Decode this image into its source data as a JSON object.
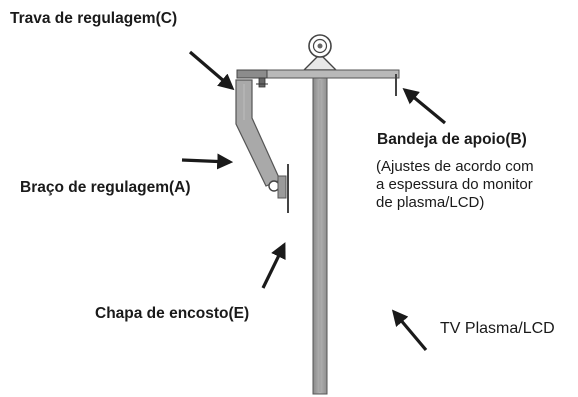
{
  "labels": {
    "c": "Trava de regulagem(C)",
    "b": "Bandeja de apoio(B)",
    "b_note_1": "(Ajustes de acordo com",
    "b_note_2": "a espessura do monitor",
    "b_note_3": "de plasma/LCD)",
    "a": "Braço de regulagem(A)",
    "e": "Chapa de encosto(E)",
    "tv": "TV Plasma/LCD"
  },
  "colors": {
    "ink": "#1a1a1a",
    "metal": "#a9a9a9",
    "metal_dark": "#7a7a7a",
    "outline": "#555555"
  },
  "icons": {
    "arrow": "arrow-icon",
    "camera": "camera-icon"
  }
}
